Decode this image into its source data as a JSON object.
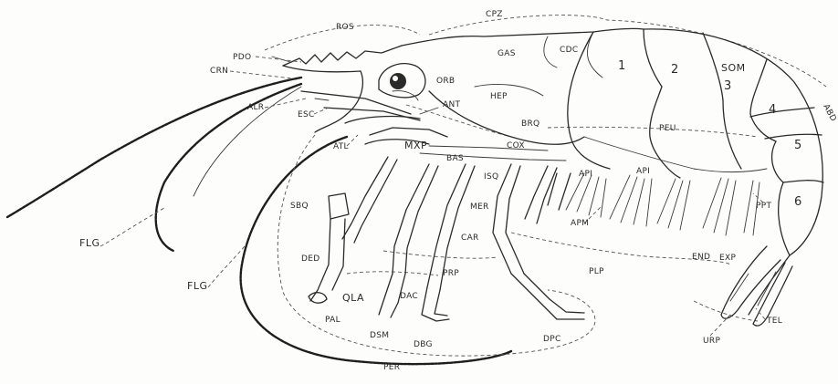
{
  "labels": {
    "cpz": "CPZ",
    "ros": "ROS",
    "pdo": "PDO",
    "crn": "CRN",
    "gas": "GAS",
    "cdc": "CDC",
    "orb": "ORB",
    "hep": "HEP",
    "ant": "ANT",
    "alr": "ALR",
    "esc": "ESC",
    "brq": "BRQ",
    "atl": "ATL",
    "mxp": "MXP",
    "bas": "BAS",
    "cox": "COX",
    "isq": "ISQ",
    "som": "SOM",
    "abd": "ABD",
    "peu": "PEU",
    "api1": "API",
    "api2": "API",
    "sbq": "SBQ",
    "mer": "MER",
    "apm": "APM",
    "ppt": "PPT",
    "flg1": "FLG",
    "flg2": "FLG",
    "ded": "DED",
    "car": "CAR",
    "end": "END",
    "exp": "EXP",
    "prp": "PRP",
    "plp": "PLP",
    "qla": "QLA",
    "dac": "DAC",
    "pal": "PAL",
    "dsm": "DSM",
    "dbg": "DBG",
    "dpc": "DPC",
    "urp": "URP",
    "tel": "TEL",
    "per": "PER"
  },
  "segments": [
    "1",
    "2",
    "3",
    "4",
    "5",
    "6"
  ]
}
